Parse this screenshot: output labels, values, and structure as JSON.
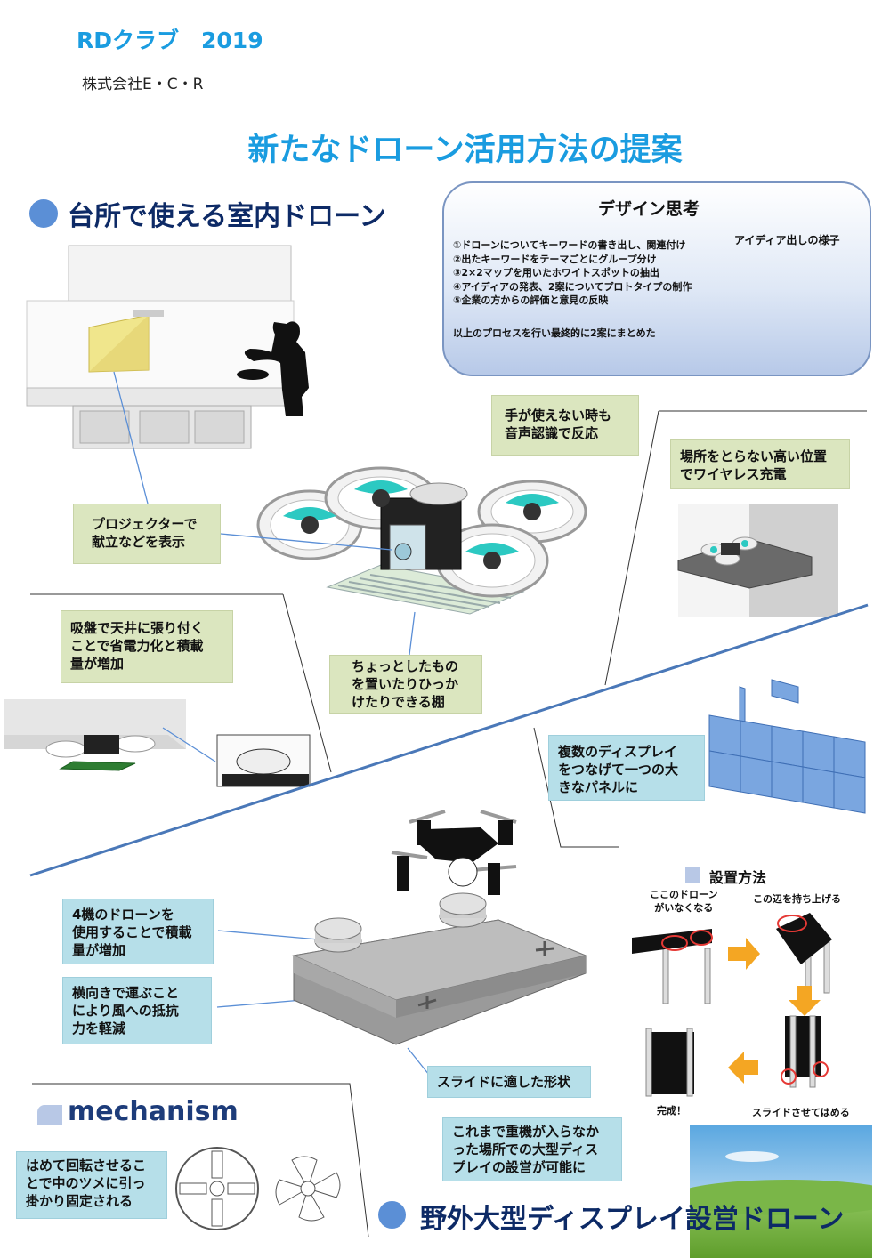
{
  "header": {
    "club": "RDクラブ　2019",
    "company": "株式会社E・C・R",
    "main_title": "新たなドローン活用方法の提案"
  },
  "kitchen": {
    "title": "台所で使える室内ドローン",
    "notes": {
      "voice": "手が使えない時も\n音声認識で反応",
      "charging": "場所をとらない高い位置\nでワイヤレス充電",
      "projector": "プロジェクターで\n献立などを表示",
      "ceiling": "吸盤で天井に張り付く\nことで省電力化と積載\n量が増加",
      "shelf": "ちょっとしたもの\nを置いたりひっか\nけたりできる棚"
    }
  },
  "design_thinking": {
    "title": "デザイン思考",
    "steps": [
      "①ドローンについてキーワードの書き出し、関連付け",
      "②出たキーワードをテーマごとにグループ分け",
      "③2×2マップを用いたホワイトスポットの抽出",
      "④アイディアの発表、2案についてプロトタイプの制作",
      "⑤企業の方からの評価と意見の反映"
    ],
    "summary": "以上のプロセスを行い最終的に2案にまとめた",
    "photo_caption": "アイディア出しの様子"
  },
  "display": {
    "title": "野外大型ディスプレイ設営ドローン",
    "notes": {
      "multi": "複数のディスプレイ\nをつなげて一つの大\nきなパネルに",
      "four": "4機のドローンを\n使用することで積載\n量が増加",
      "sideways": "横向きで運ぶこと\nにより風への抵抗\n力を軽減",
      "slide": "スライドに適した形状",
      "heavy": "これまで重機が入らなか\nった場所での大型ディス\nプレイの設営が可能に"
    },
    "install": {
      "title": "設置方法",
      "label_gone": "ここのドローン\nがいなくなる",
      "label_lift": "この辺を持ち上げる",
      "label_slide": "スライドさせてはめる",
      "label_done": "完成！"
    }
  },
  "mechanism": {
    "title": "mechanism",
    "note": "はめて回転させるこ\nとで中のツメに引っ\n掛かり固定される"
  },
  "colors": {
    "accent_blue": "#1a9ce0",
    "title_navy": "#0d2a66",
    "dot_blue": "#5b8fd6",
    "note_green": "#dbe6bf",
    "note_blue": "#b6dfe9"
  }
}
